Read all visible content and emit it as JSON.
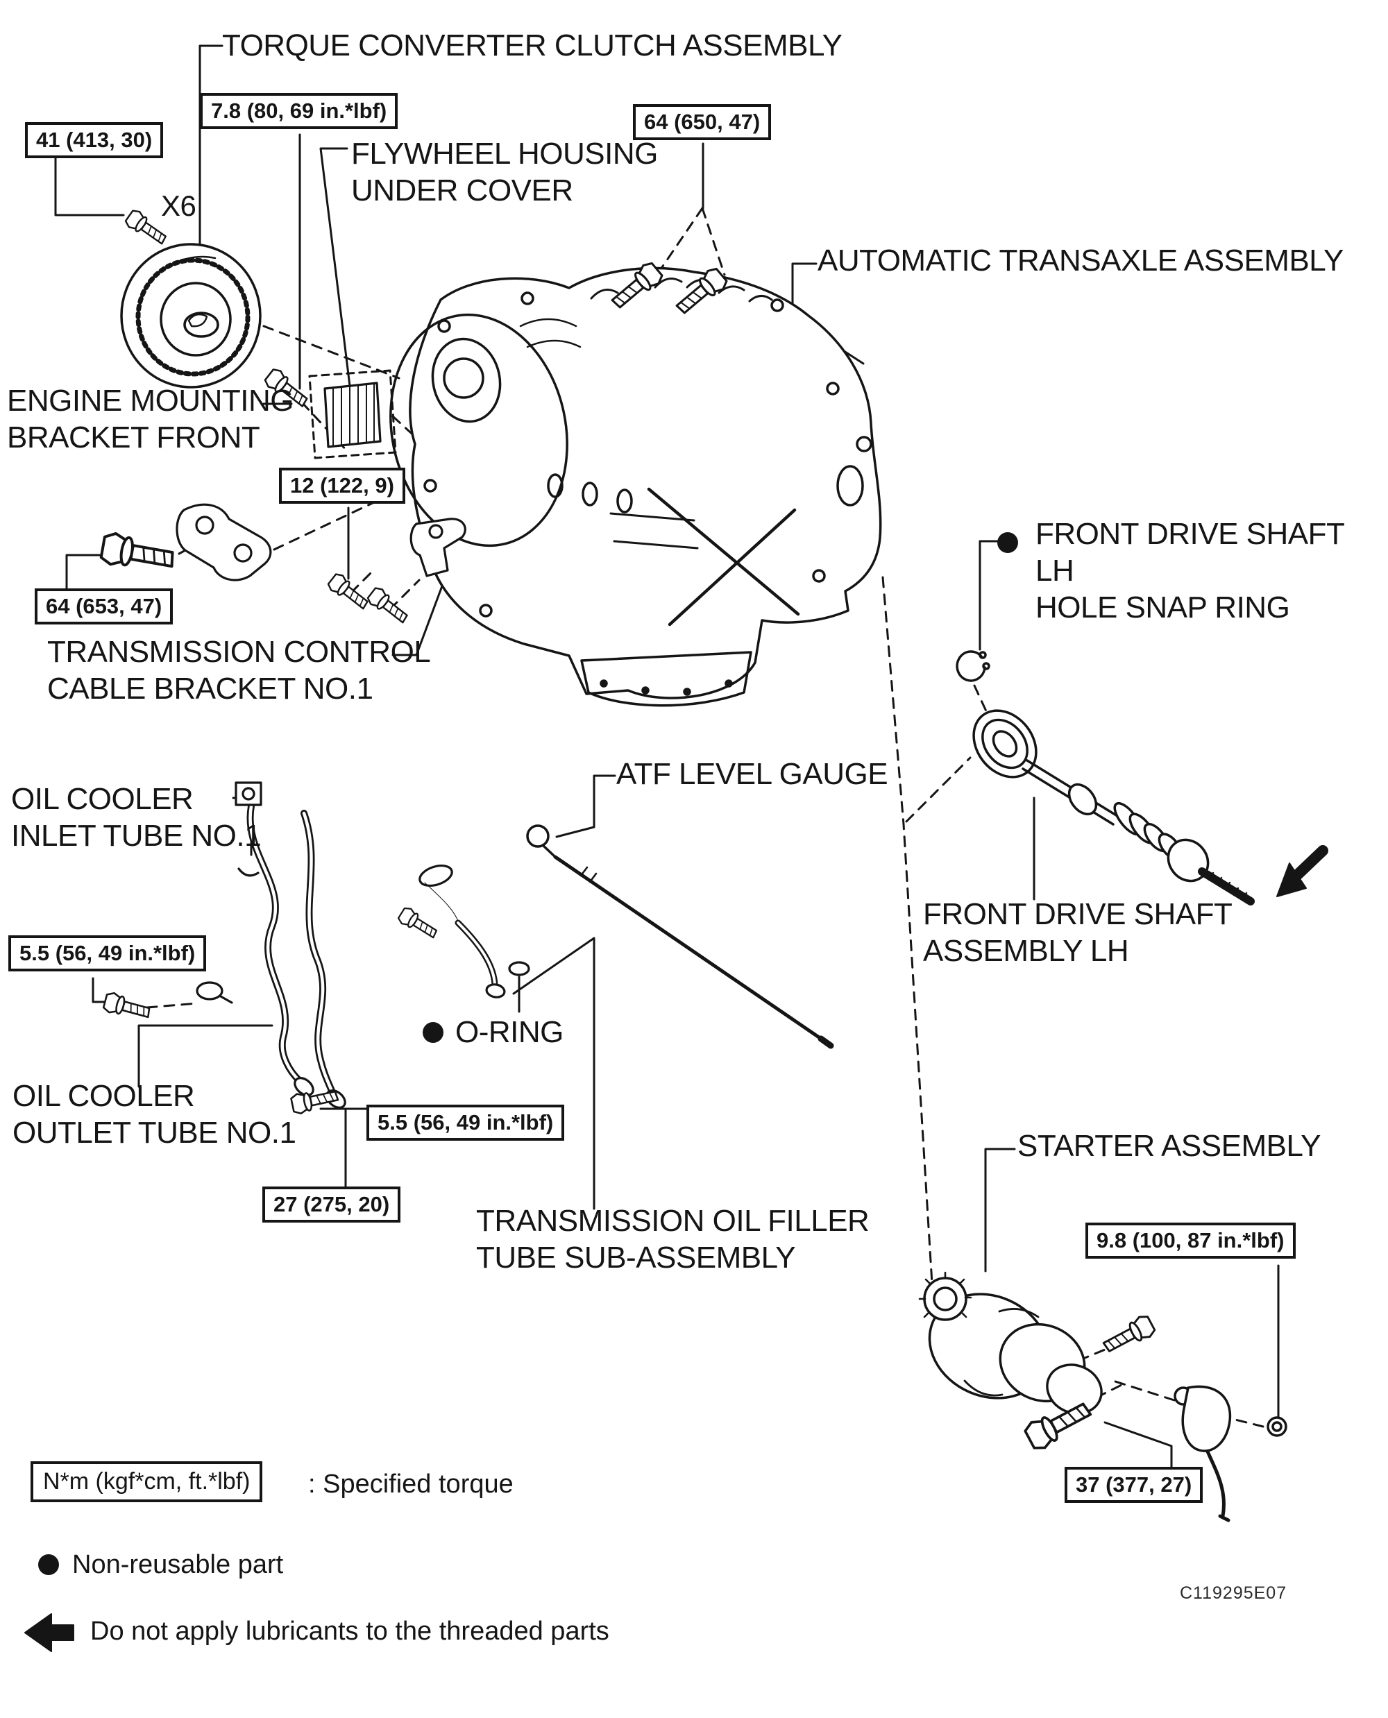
{
  "page": {
    "background": "#ffffff",
    "ink": "#151515",
    "drawing_code": "C119295E07"
  },
  "labels": {
    "torque_converter_clutch": "TORQUE CONVERTER CLUTCH ASSEMBLY",
    "x6": "X6",
    "flywheel_housing_under_cover": "FLYWHEEL HOUSING\nUNDER COVER",
    "automatic_transaxle": "AUTOMATIC TRANSAXLE ASSEMBLY",
    "engine_mounting_bracket_front": "ENGINE MOUNTING\nBRACKET FRONT",
    "transmission_control_cable_bracket": "TRANSMISSION CONTROL\nCABLE BRACKET NO.1",
    "front_drive_shaft_lh_hole_snap_ring": "FRONT DRIVE SHAFT LH\nHOLE SNAP RING",
    "atf_level_gauge": "ATF LEVEL GAUGE",
    "oil_cooler_inlet_tube": "OIL COOLER\nINLET TUBE NO.1",
    "o_ring": "O-RING",
    "oil_cooler_outlet_tube": "OIL COOLER\nOUTLET TUBE NO.1",
    "transmission_oil_filler_tube": "TRANSMISSION OIL FILLER\nTUBE SUB-ASSEMBLY",
    "front_drive_shaft_assembly_lh": "FRONT DRIVE SHAFT\nASSEMBLY LH",
    "starter_assembly": "STARTER ASSEMBLY"
  },
  "torque_specs": {
    "torque_converter_bolts": "41 (413, 30)",
    "under_cover_bolts": "7.8 (80, 69 in.*lbf)",
    "transaxle_upper_bolts": "64 (650, 47)",
    "cable_bracket_bolts": "12 (122, 9)",
    "mounting_bracket_bolt": "64 (653, 47)",
    "inlet_tube_clamp": "5.5 (56, 49 in.*lbf)",
    "filler_tube_bolt": "5.5 (56, 49 in.*lbf)",
    "outlet_tube_union": "27 (275, 20)",
    "starter_terminal_nut": "9.8 (100, 87 in.*lbf)",
    "starter_bolts": "37 (377, 27)"
  },
  "legend": {
    "torque_unit_box": "N*m (kgf*cm, ft.*lbf)",
    "specified_torque": ": Specified torque",
    "non_reusable_part": "Non-reusable part",
    "no_lubricants": "Do not apply lubricants to the threaded parts"
  }
}
